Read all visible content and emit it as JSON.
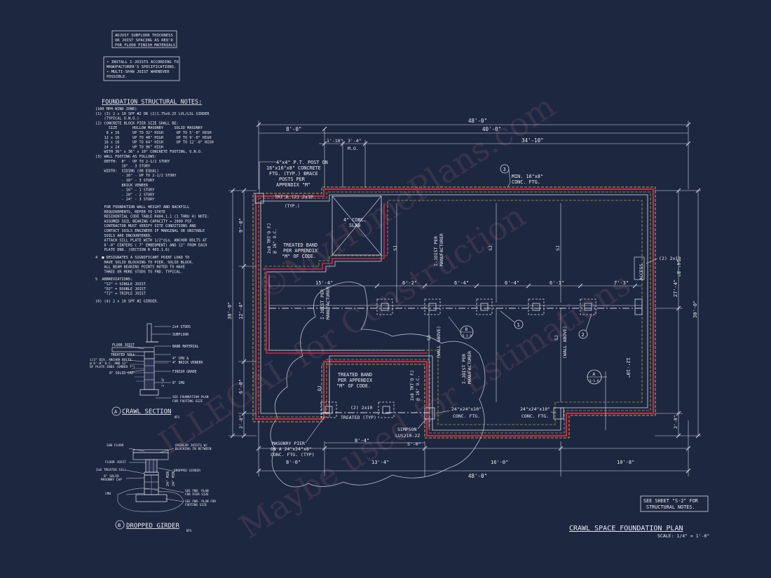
{
  "top_notes": {
    "box1": [
      "ADJUST SUBFLOOR THICKNESS",
      "OR JOIST SPACING AS REQ'D",
      "FOR FLOOR FINISH MATERIALS"
    ],
    "box2": [
      "• INSTALL I-JOISTS ACCORDING TO",
      "  MANUFACTURER'S SPECIFICATIONS.",
      "• MULTI-SPAN JOIST WHENEVER",
      "  POSSIBLE."
    ]
  },
  "notes": {
    "title": "FOUNDATION STRUCTURAL NOTES:",
    "lines": [
      "(100 MPH WIND ZONE)",
      "(1) (3) 2 x 10 SPF #2 OR (2)1.75x9.25 LVL/LSL GIRDER",
      "    (TYPICAL U.N.O.)",
      "(2) CONCRETE BLOCK PIER SIZE SHALL BE:",
      "      SIZE       HOLLOW MASONRY     SOLID MASONRY",
      "     8 x 16      UP TO 32\" HIGH      UP TO 5'-0\" HIGH",
      "    12 x 16      UP TO 48\" HIGH      UP TO 9'-0\" HIGH",
      "    16 x 16      UP TO 64\" HIGH      UP TO 12'-0\" HIGH",
      "    24 x 24      UP TO 96\" HIGH",
      "    WITH 36\" x 36\" x 10\" CONCRETE FOOTING, U.N.O.",
      "(3) WALL FOOTING AS FOLLOWS:",
      "    DEPTH:  8\" - UP TO 2-1/2 STORY",
      "            10\" - 3 STORY",
      "    WIDTH:  SIDING (OR EQUAL)",
      "            - 16\" - UP TO 2-1/2 STORY",
      "            - 18\" - 3 STORY",
      "            BRICK VENEER",
      "            - 16\" - 1 STORY",
      "            - 20\" - 2 STORY",
      "            - 24\" - 3 STORY",
      "",
      "    FOR FOUNDATION WALL HEIGHT AND BACKFILL",
      "    REQUIREMENTS, REFER TO STATE",
      "    RESIDENTIAL CODE TABLE R404.1.1 (1 THRU 4) NOTE:",
      "    ASSUMED SOIL BEARING CAPACITY = 2000 PSF.",
      "    CONTRACTOR MUST VERIFY SITE CONDITIONS AND",
      "    CONTACT SOILS ENGINEER IF MARGINAL OR UNSTABLE",
      "    SOILS ARE ENCOUNTERED.",
      "    ATTACH SILL PLATE WITH 1/2\"dia. ANCHOR BOLTS AT",
      "    6'-0\" CENTERS ( 7\" EMBEDMENT) AND 12\" FROM EACH",
      "    PLATE END. (SECTION R 403.1.6)",
      "",
      "4  ■ DESIGNATES A SIGNIFICANT POINT LOAD TO",
      "    HAVE SOLID BLOCKING TO PIER. SOLID BLOCK.",
      "    ALL BEAM BEARING POINTS NOTED TO HAVE",
      "    THREE OR MORE STUDS TO FND. TYPICAL.",
      "",
      "5  ABBREVIATIONS:",
      "    \"SJ\" = SINGLE JOIST",
      "    \"DJ\" = DOUBLE JOIST",
      "    \"TJ\" = TRIPLE JOIST",
      "",
      "(6) (4) 2 x 10 SPF #2 GIRDER."
    ]
  },
  "crawl_section": {
    "callouts": [
      "2x4 STUDS",
      "SUBFLOOR",
      "FLOOR JOIST",
      "BAND MATERIAL",
      "TREATED SILL",
      "1/2\" DIA. ANCHOR BOLTS",
      "@ 6'-0\" O.C. AND 12\"",
      "OF PLATE ENDS (EMBED 7\")",
      "4\" CMU &",
      "4\" BRICK VENEER",
      "8\" SOLID CAP",
      "FINISH GRADE",
      "8\" CMU",
      "SEE FOUNDATION PLAN",
      "FOR FOOTING SIZE"
    ],
    "dims": [
      "2'-0\"",
      "8\""
    ],
    "marker": "A",
    "title": "CRAWL SECTION",
    "scale": "NTS"
  },
  "dropped_girder": {
    "callouts": [
      "SUB FLOOR",
      "OVERLAP JOISTS W/",
      "BLOCKING IN BETWEEN",
      "FLOOR JOIST",
      "2x6 TREATED SILL",
      "8\" SOLID",
      "MASONRY CAP",
      "DROPPED GIRDER",
      "CMU",
      "SEE FND. PLAN",
      "FOR PIER SIZE",
      "SEE FND. PLAN FOR",
      "FOOTING SIZE"
    ],
    "dims": [
      "24\" MIN.",
      "24\" MIN."
    ],
    "marker": "B",
    "title": "DROPPED GIRDER",
    "scale": "NTS"
  },
  "plan": {
    "dims_top": [
      "48'-0\"",
      "8'-0\"",
      "40'-0\"",
      "1'-10\"",
      "3'-4\"",
      "34'-10\"",
      "M.O."
    ],
    "dims_bottom": [
      "8'-4\"",
      "5'-0\"",
      "8'-0\"",
      "13'-4\"",
      "16'-0\"",
      "10'-8\"",
      "48'-0\""
    ],
    "dims_left": [
      "9'-0\"",
      "12'-4\"",
      "30'-0\"",
      "6'-0\"",
      "2'-8\""
    ],
    "dims_right": [
      "14'-8\"",
      "27'-4\"",
      "30'-0\"",
      "12'-10\"",
      "2'-8\""
    ],
    "dims_interior": [
      "15'-4\"",
      "6'-2\"",
      "6'-4\"",
      "6'-4\"",
      "6'-1\"",
      "7'-3\""
    ],
    "labels": {
      "post": [
        "4\"x4\" P.T. POST ON",
        "16\"x16\"x8\" CONCRETE",
        "FTG. (TYP.) BRACE",
        "POSTS PER",
        "APPENDIX \"M\""
      ],
      "trtd": "TRT'D (2) 2x10",
      "typ": "(TYP.)",
      "trtd_fj": [
        "2x8 TRT'D FJ",
        "@ 16\" O.C."
      ],
      "conc_slab": [
        "4\" CONC.",
        "SLAB"
      ],
      "treated_band_1": [
        "TREATED BAND",
        "PER APPENDIX",
        "\"M\" OF CODE."
      ],
      "treated_band_2": [
        "TREATED BAND",
        "PER APPENDIX",
        "\"M\" OF CODE."
      ],
      "min_ftg": [
        "MIN. 16\"x8\"",
        "CONC. FTG."
      ],
      "ijoist_1": [
        "I-JOIST PER",
        "MANUFACTURER"
      ],
      "ijoist_2": [
        "I-JOIST PER",
        "MANUFACTURER"
      ],
      "ijoist_3": [
        "I-JOIST PER",
        "MANUFACTURER"
      ],
      "ijoist_4": [
        "I-JOIST PER",
        "MANUFACTURER"
      ],
      "sj": "SJ",
      "dj": "DJ",
      "sj_wall_above": [
        "SJ",
        "(WALL ABOVE)"
      ],
      "access": "ACCESS",
      "two_2x10": "(2) 2x10",
      "conc_ftg_1": [
        "24\"x24\"x10\"",
        "CONC. FTG."
      ],
      "conc_ftg_2": [
        "24\"x24\"x10\"",
        "CONC. FTG."
      ],
      "ftg_12": "(2) 2x10",
      "treated_typ": "TREATED (TYP)",
      "simpson": [
        "SIMPSON",
        "LUS210-2Z"
      ],
      "masonry_pier": [
        "MASONRY PIER",
        "ON A 24\"x24\"x8\"",
        "CONC. FTG. (TYP)"
      ]
    },
    "markers": {
      "m1": "1",
      "m2": "2",
      "m3": "3",
      "mA": "A",
      "mA_sheet": "S-1.6",
      "mB": "B",
      "mB_sheet": "S-1.6"
    },
    "see_sheet": [
      "SEE SHEET \"S-2\" FOR",
      "STRUCTURAL NOTES."
    ],
    "title": "CRAWL SPACE FOUNDATION PLAN",
    "scale": "SCALE: 1/4\" = 1'-0\""
  },
  "watermark": [
    "©MyHomePlans.com",
    "ILLEGAL for Construction",
    "Maybe used for Estimations"
  ],
  "colors": {
    "background": "#1e2740",
    "line": "#d6dbe6",
    "wall": "#c8284b",
    "footing": "#d7d842",
    "text": "#e8ecf4"
  }
}
